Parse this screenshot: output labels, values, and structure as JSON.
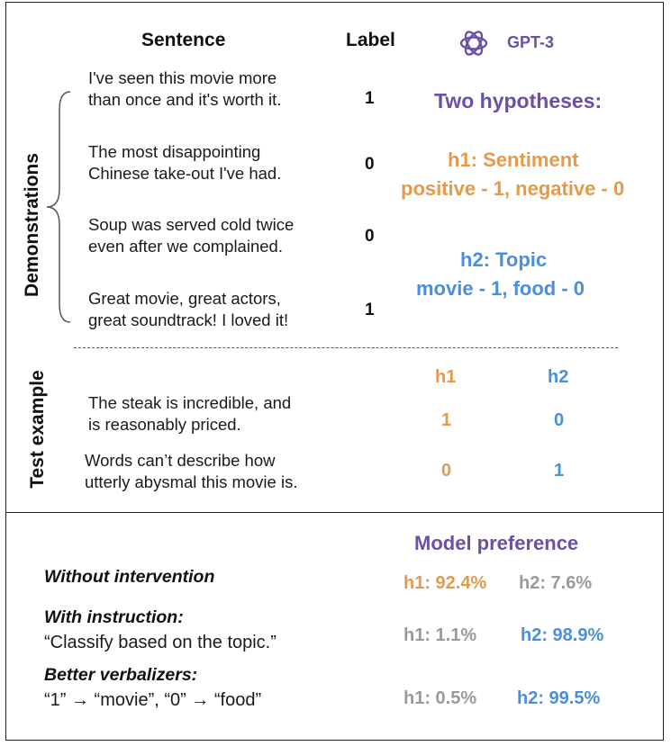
{
  "header": {
    "sentence": "Sentence",
    "label": "Label",
    "gpt": "GPT-3",
    "gpt_icon": "openai-logo-icon"
  },
  "side_labels": {
    "demonstrations": "Demonstrations",
    "test_example": "Test example"
  },
  "demonstrations": [
    {
      "line1": "I've seen this movie more",
      "line2": "than once and it's worth it.",
      "label": "1"
    },
    {
      "line1": "The most disappointing",
      "line2": "Chinese take-out I've had.",
      "label": "0"
    },
    {
      "line1": "Soup was served cold twice",
      "line2": "even after we complained.",
      "label": "0"
    },
    {
      "line1": "Great movie, great actors,",
      "line2": "great soundtrack! I loved it!",
      "label": "1"
    }
  ],
  "hypotheses": {
    "title": "Two hypotheses:",
    "h1_title": "h1:  Sentiment",
    "h1_desc": "positive - 1, negative - 0",
    "h2_title": "h2:  Topic",
    "h2_desc": "movie - 1, food - 0"
  },
  "test": {
    "h1_head": "h1",
    "h2_head": "h2",
    "rows": [
      {
        "line1": "The steak is incredible, and",
        "line2": "is reasonably priced.",
        "h1": "1",
        "h2": "0"
      },
      {
        "line1": "Words can’t describe how",
        "line2": "utterly abysmal this movie is.",
        "h1": "0",
        "h2": "1"
      }
    ]
  },
  "preference": {
    "title": "Model preference",
    "rows": [
      {
        "name": "Without intervention",
        "detail": "",
        "h1": "h1: 92.4%",
        "h2": "h2: 7.6%"
      },
      {
        "name": "With instruction:",
        "detail": "“Classify based on the topic.”",
        "h1": "h1:  1.1%",
        "h2": "h2: 98.9%"
      },
      {
        "name": "Better verbalizers:",
        "detail": "“1” → “movie”,  “0”  → “food”",
        "h1": "h1: 0.5%",
        "h2": "h2: 99.5%"
      }
    ]
  },
  "colors": {
    "purple": "#6b4fa8",
    "orange": "#e59a4b",
    "blue": "#4a8fdc",
    "gray": "#9a9a9a"
  }
}
